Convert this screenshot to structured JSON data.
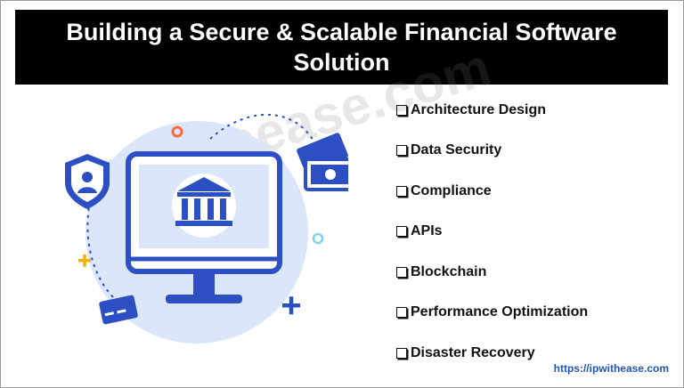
{
  "title": "Building a Secure & Scalable Financial Software Solution",
  "features": [
    {
      "label": "Architecture Design"
    },
    {
      "label": "Data Security"
    },
    {
      "label": "Compliance"
    },
    {
      "label": "APIs"
    },
    {
      "label": "Blockchain"
    },
    {
      "label": "Performance Optimization"
    },
    {
      "label": "Disaster Recovery"
    }
  ],
  "watermark": "ipwithease.com",
  "footer_url": "https://ipwithease.com",
  "icons": [
    "shield-user-icon",
    "monitor-icon",
    "bank-building-icon",
    "money-bills-icon",
    "credit-card-icon",
    "plus-icon",
    "circle-icon"
  ],
  "colors": {
    "primary_blue": "#2d4fc4",
    "light_blue": "#dbe6fb",
    "accent_orange": "#ff6b3d",
    "accent_yellow": "#f4b000",
    "accent_teal": "#7fd3e6"
  }
}
